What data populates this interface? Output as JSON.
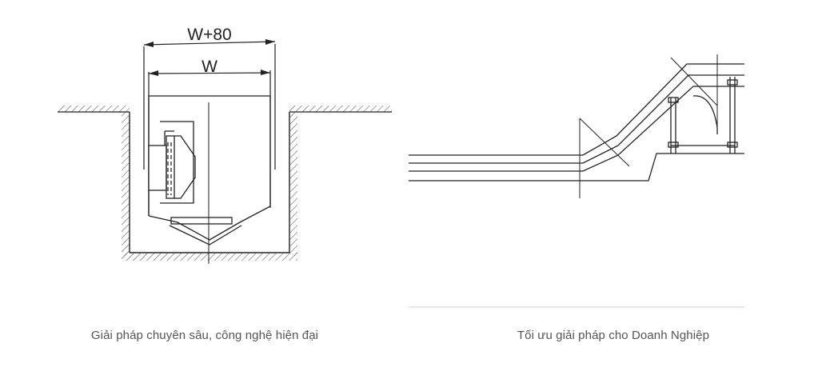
{
  "left_panel": {
    "dimension_outer": "W+80",
    "dimension_inner": "W",
    "caption": "Giải pháp chuyên sâu, công nghệ hiện đại"
  },
  "right_panel": {
    "caption": "Tối ưu giải pháp cho Doanh Nghiệp"
  },
  "colors": {
    "line": "#222222",
    "caption_text": "#555555",
    "divider": "#cccccc"
  }
}
